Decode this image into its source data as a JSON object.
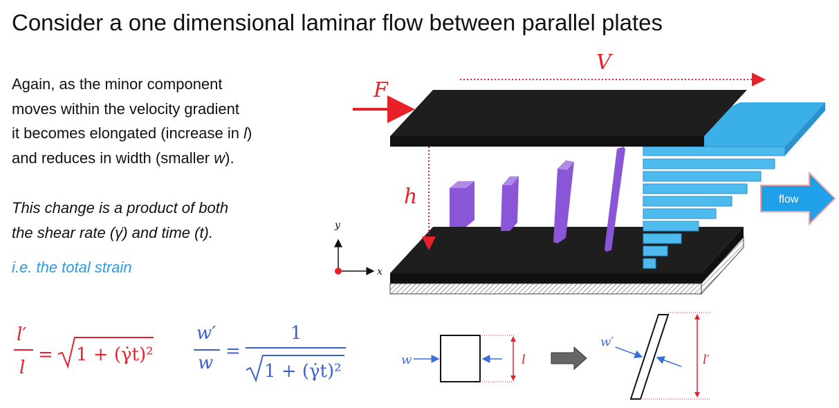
{
  "title": "Consider a one dimensional laminar flow between parallel plates",
  "paragraph": {
    "line1": "Again, as the minor component",
    "line2": "moves within the velocity gradient",
    "line3_pre": "it becomes elongated (increase in ",
    "line3_var": "l",
    "line3_post": ")",
    "line4_pre": "and reduces in width (smaller ",
    "line4_var": "w",
    "line4_post": ")."
  },
  "paragraph2": {
    "line1": "This change is a product of both",
    "line2": "the shear rate (γ̇) and time (t)."
  },
  "ie_text": "i.e. the total strain",
  "diagram": {
    "label_V": "V",
    "label_F": "F",
    "label_h": "h",
    "axis_y": "y",
    "axis_x": "x",
    "flow_label": "flow",
    "colors": {
      "plate": "#222222",
      "fluid": "#3bb0e8",
      "particle": "#8a55d6",
      "arrow": "#e8202a",
      "flow_arrow": "#1fa0e8"
    }
  },
  "equations": {
    "eq1_num": "l′",
    "eq1_den": "l",
    "eq1_rhs": "= √1 + (γ̇t)²",
    "eq2_num": "w′",
    "eq2_den": "w",
    "eq2_rhs_num": "1",
    "eq2_rhs_den": "√1 + (γ̇t)²",
    "eq_sign": "="
  },
  "shape_labels": {
    "w": "w",
    "l": "l",
    "w_prime": "w′",
    "l_prime": "l′"
  }
}
